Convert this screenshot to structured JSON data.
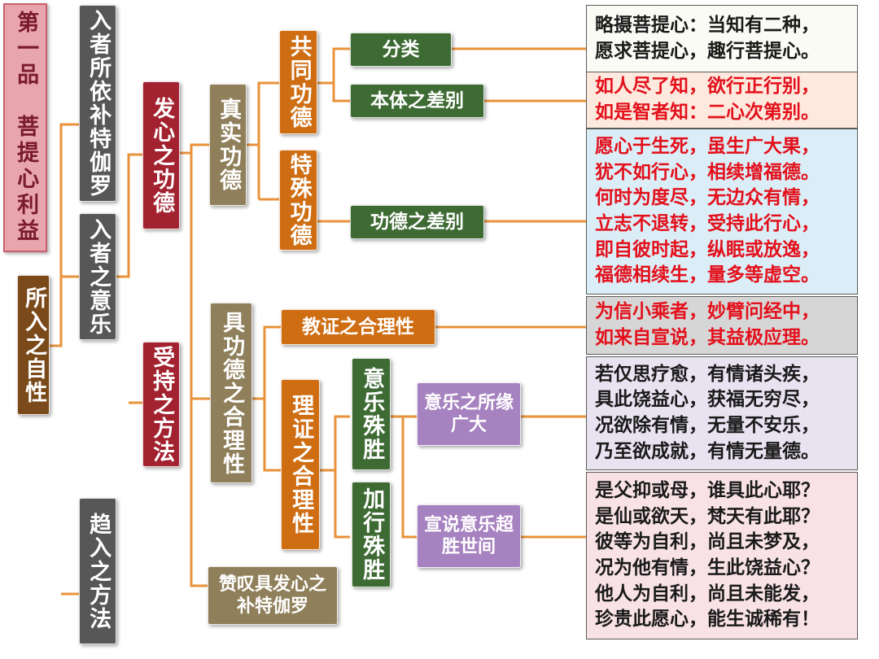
{
  "nodes": {
    "title": "第一品　菩提心利益",
    "suoru": "所入之自性",
    "ruzhe_yibu": "入者所依补特伽罗",
    "ruzhe_yile": "入者之意乐",
    "quru": "趋入之方法",
    "faxin": "发心之功德",
    "shouchi": "受持之方法",
    "zhenshi": "真实功德",
    "gongtong": "共同功德",
    "teshu": "特殊功德",
    "fenlei": "分类",
    "benti": "本体之差别",
    "gongde_chabie": "功德之差别",
    "ju_gongde": "具功德之合理性",
    "jiaozheng": "教证之合理性",
    "lizheng": "理证之合理性",
    "yile_shusheng": "意乐殊胜",
    "jiaxing": "加行殊胜",
    "yile_suoyuan": "意乐之所缘广大",
    "xuanshuo": "宣说意乐超胜世间",
    "zantan": "赞叹具发心之补特伽罗"
  },
  "verses": {
    "v1": "略摄菩提心：当知有二种，\n愿求菩提心，趣行菩提心。",
    "v2": "如人尽了知，欲行正行别，\n如是智者知：二心次第别。",
    "v3": "愿心于生死，虽生广大果，\n犹不如行心，相续增福德。\n何时为度尽，无边众有情，\n立志不退转，受持此行心，\n即自彼时起，纵眠或放逸，\n福德相续生，量多等虚空。",
    "v4": "为信小乘者，妙臂问经中，\n如来自宣说，其益极应理。",
    "v5": "若仅思疗愈，有情诸头疾，\n具此饶益心，获福无穷尽，\n况欲除有情，无量不安乐，\n乃至欲成就，有情无量德。",
    "v6": "是父抑或母，谁具此心耶？\n是仙或欲天，梵天有此耶？\n彼等为自利，尚且未梦及，\n况为他有情，生此饶益心？\n他人为自利，尚且未能发，\n珍贵此愿心，能生诚稀有！"
  },
  "colors": {
    "connector": "#e8923a",
    "verse_bg_white": "#fbfbf6",
    "verse_bg_peach": "#fde9dd",
    "verse_bg_blue": "#dbeef7",
    "verse_bg_grey": "#d6d6d6",
    "verse_bg_lavender": "#e9e3f1",
    "verse_bg_pink": "#f8e2e6",
    "verse_text_black": "#1a1a1a",
    "verse_text_red": "#e3101b"
  }
}
